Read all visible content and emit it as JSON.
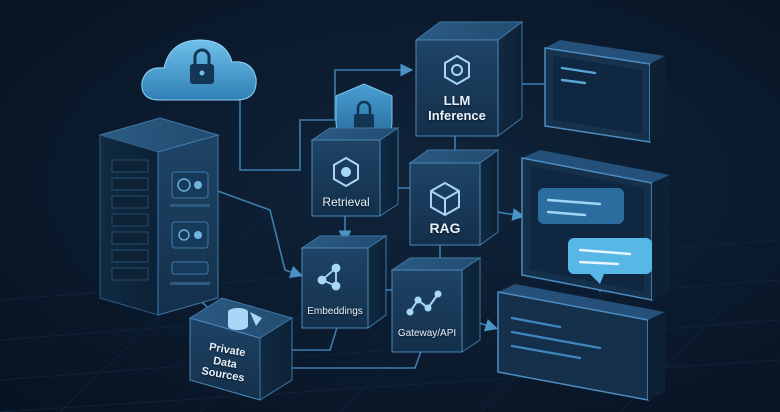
{
  "diagram": {
    "nodes": {
      "llm_inference": {
        "label": "LLM Inference",
        "icon": "llm-chip-icon"
      },
      "retrieval": {
        "label": "Retrieval",
        "icon": "retrieval-hexagon-icon"
      },
      "rag": {
        "label": "RAG",
        "icon": "rag-cube-icon"
      },
      "embeddings": {
        "label": "Embeddings",
        "icon": "network-graph-icon"
      },
      "gateway_api": {
        "label": "Gateway/API",
        "icon": "activity-wave-icon"
      },
      "private_data_sources": {
        "label": "Private Data Sources",
        "icon": "database-icon"
      },
      "cloud": {
        "icon": "cloud-lock-icon"
      },
      "shield": {
        "icon": "shield-lock-icon"
      },
      "server": {
        "icon": "server-rack-icon"
      }
    },
    "colors": {
      "background": "#0a1626",
      "node_face": "#1b3a58",
      "node_edge": "#3f78a8",
      "accent": "#4aa3d6",
      "line": "#3a7fb0",
      "label": "#e8f2fb"
    }
  }
}
